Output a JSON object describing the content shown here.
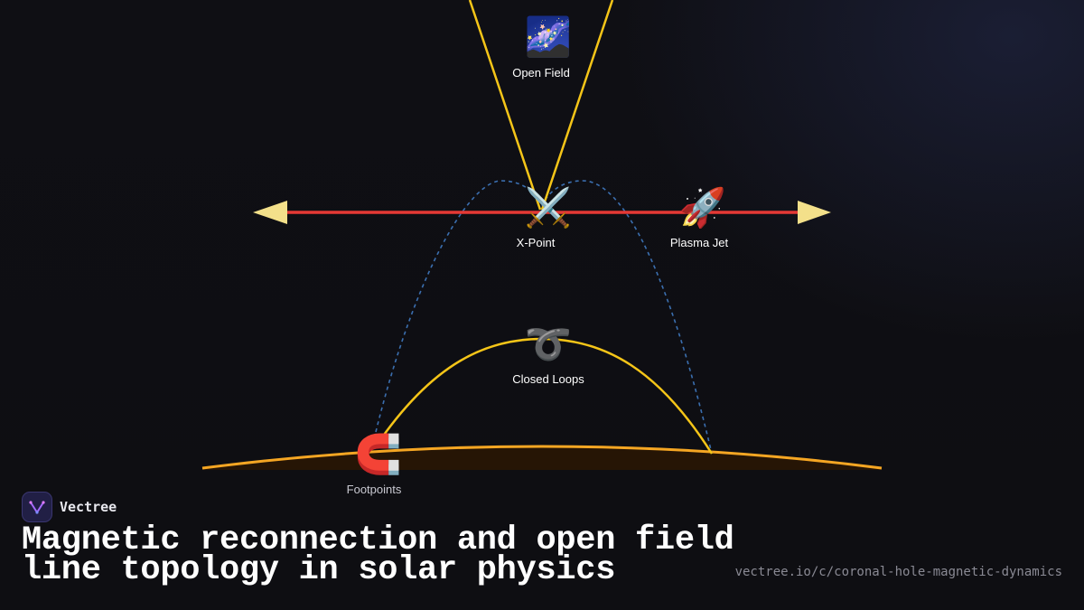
{
  "nodes": {
    "open_field": {
      "label": "Open Field",
      "icon": "milky-way-icon",
      "emoji": "🌌"
    },
    "x_point": {
      "label": "X-Point",
      "icon": "crossed-swords-icon",
      "emoji": "⚔️"
    },
    "plasma_jet": {
      "label": "Plasma Jet",
      "icon": "rocket-icon",
      "emoji": "🚀"
    },
    "closed_loops": {
      "label": "Closed Loops",
      "icon": "curly-loop-icon",
      "emoji": "➰"
    },
    "footpoints": {
      "label": "Footpoints",
      "icon": "magnet-icon",
      "emoji": "🧲"
    }
  },
  "colors": {
    "field_line": "#f5c518",
    "current_sheet": "#e53935",
    "jet_arrow": "#f3e08a",
    "reconnected_line": "#3b6fb0",
    "surface": "#f5a623",
    "surface_fill": "#2a1604"
  },
  "brand": {
    "name": "Vectree",
    "logo_icon": "vectree-logo-icon"
  },
  "title": "Magnetic reconnection and open field line topology in solar physics",
  "url": "vectree.io/c/coronal-hole-magnetic-dynamics"
}
